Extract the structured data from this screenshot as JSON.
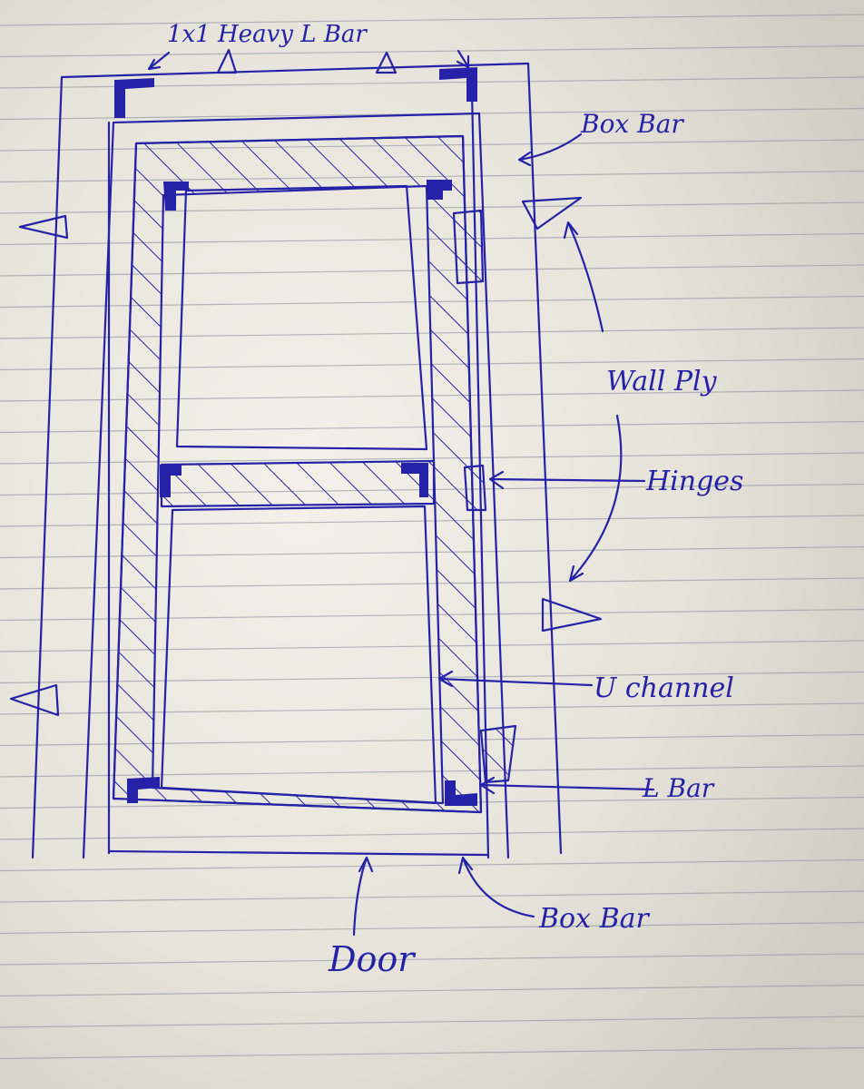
{
  "colors": {
    "paper": "#ece9e0",
    "paper_shadow": "#c9c6bd",
    "rule_line": "#9aa0a8",
    "ink": "#2622a8"
  },
  "labels": {
    "top": "1x1 Heavy L Bar",
    "box_bar_top": "Box Bar",
    "wall_ply": "Wall Ply",
    "hinges": "Hinges",
    "u_channel": "U channel",
    "l_bar": "L Bar",
    "box_bar_bottom": "Box Bar",
    "door": "Door"
  }
}
